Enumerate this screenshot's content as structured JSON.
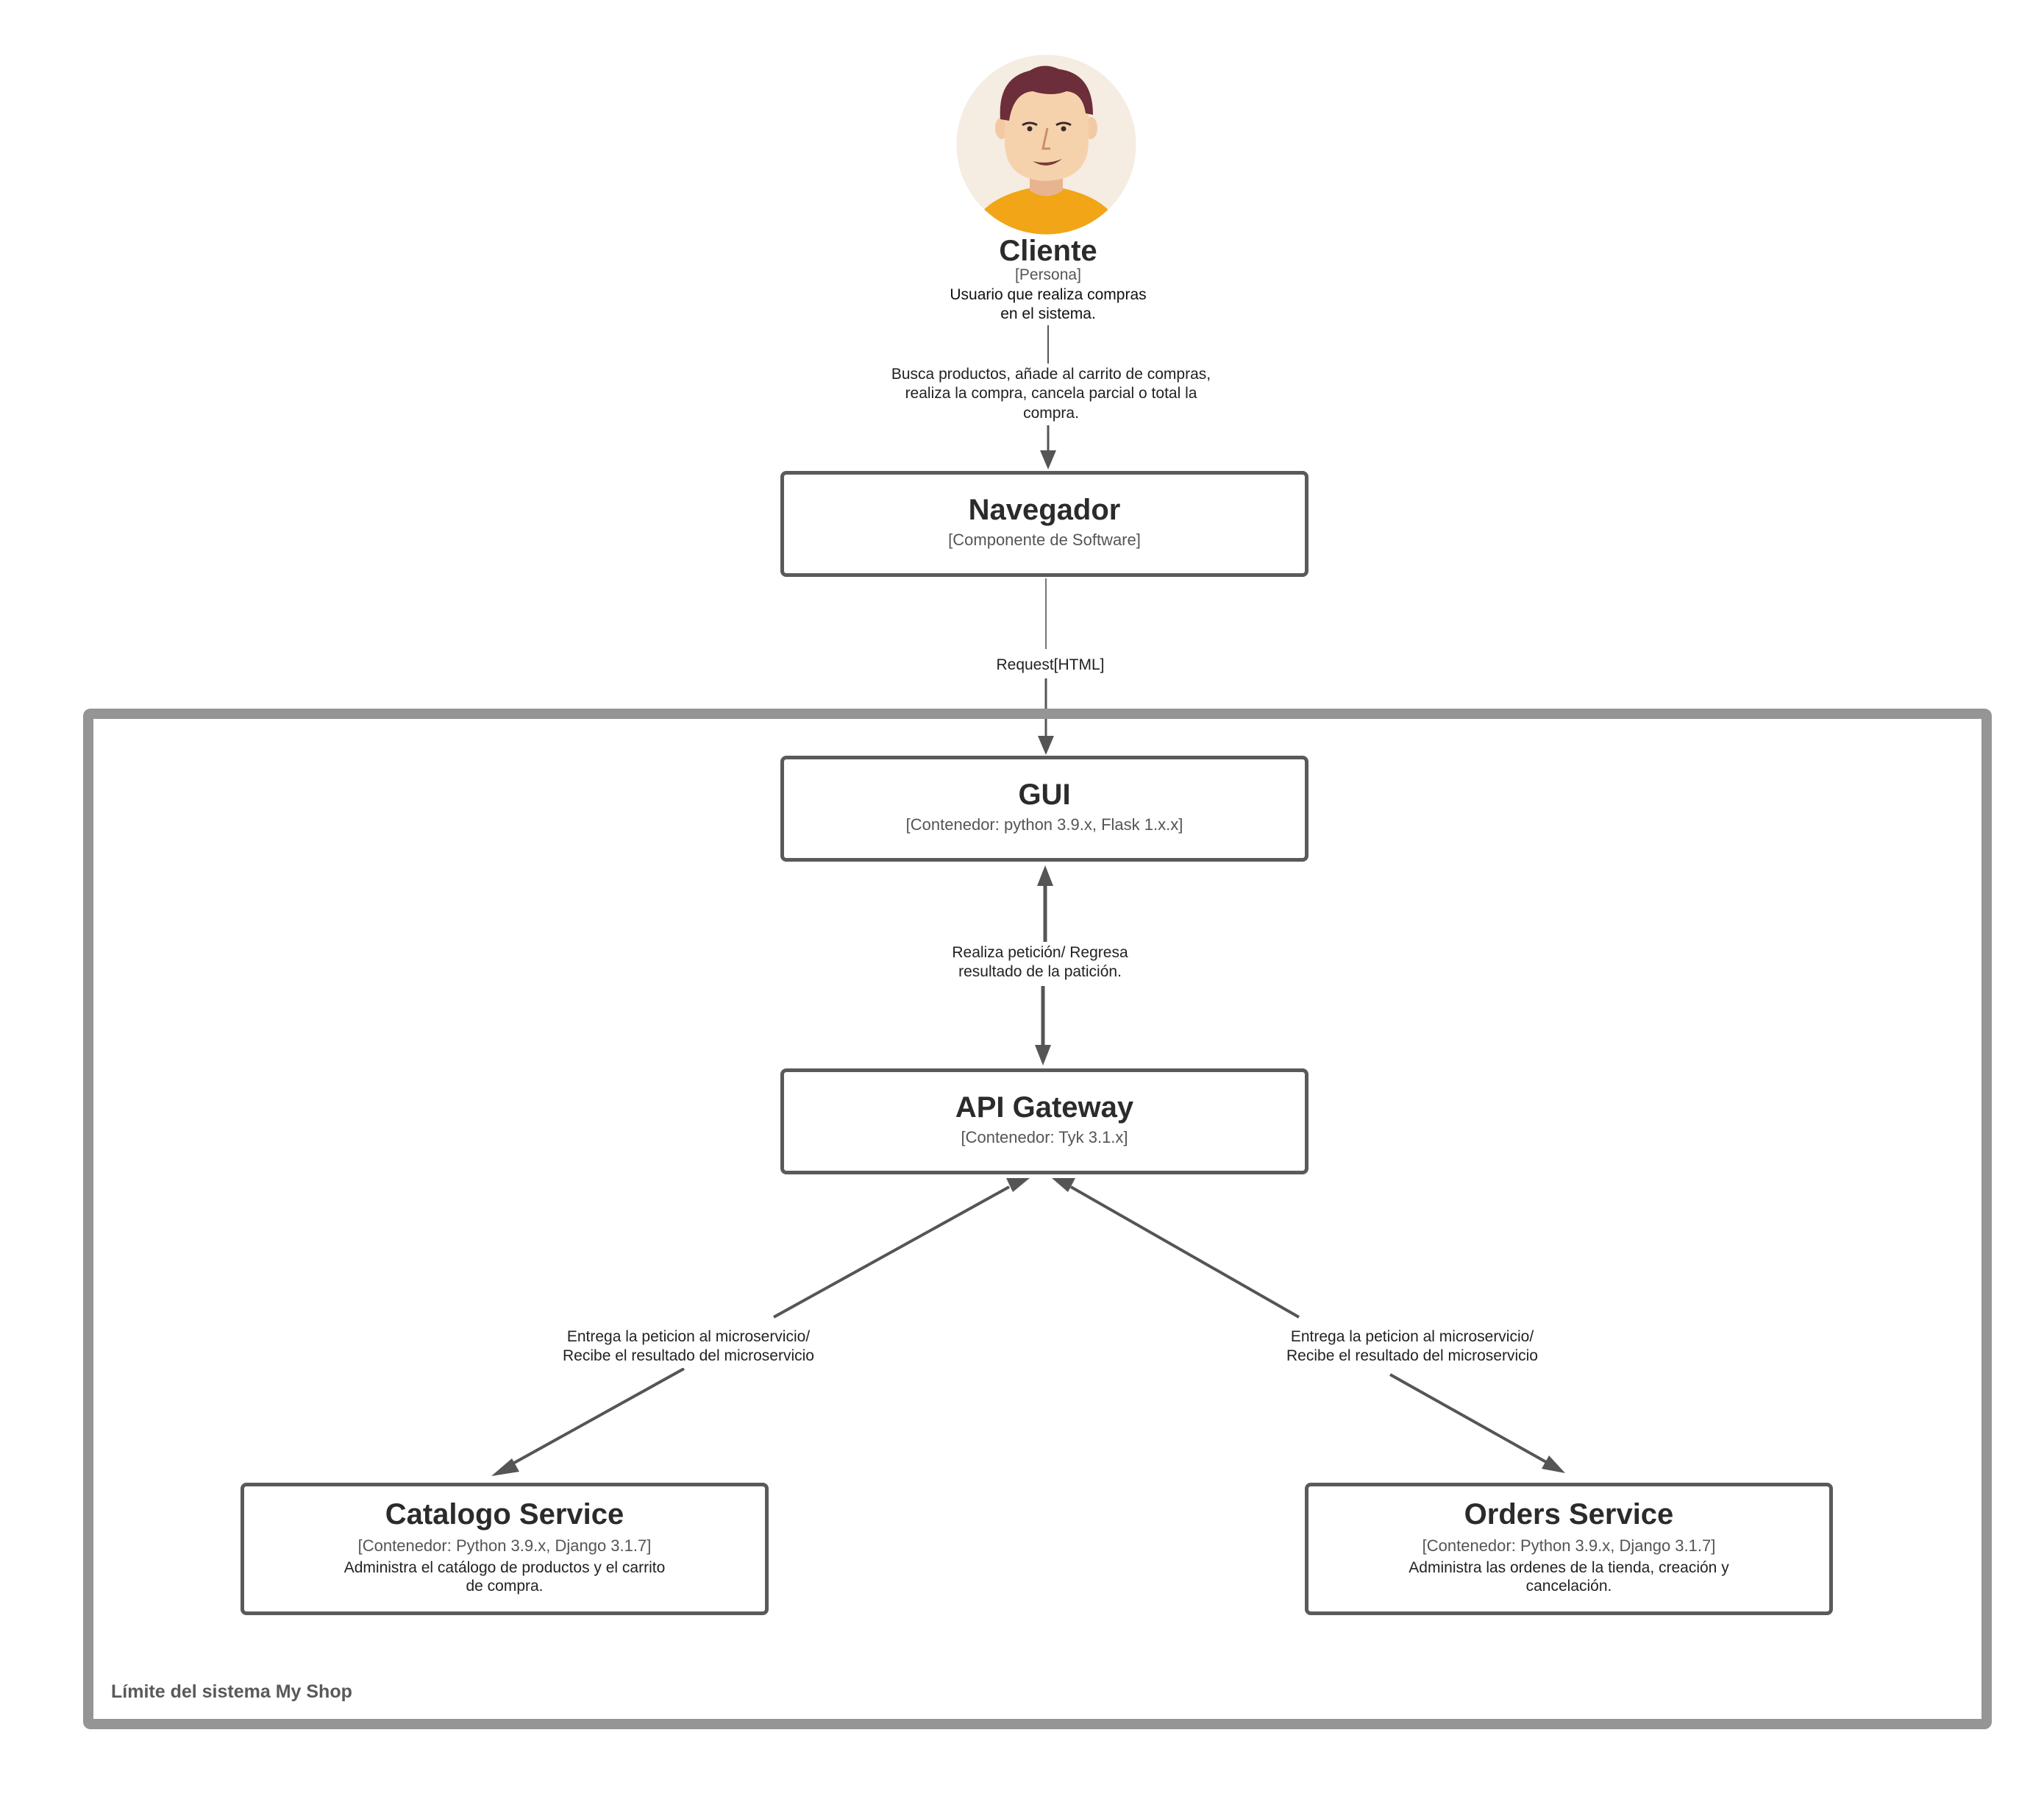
{
  "person": {
    "name": "Cliente",
    "type": "[Persona]",
    "description": "Usuario que realiza compras en el sistema."
  },
  "boundary": {
    "label": "Límite del sistema My Shop"
  },
  "nodes": {
    "navegador": {
      "title": "Navegador",
      "subtitle": "[Componente de Software]"
    },
    "gui": {
      "title": "GUI",
      "subtitle": "[Contenedor: python 3.9.x, Flask 1.x.x]"
    },
    "api_gateway": {
      "title": "API Gateway",
      "subtitle": "[Contenedor: Tyk 3.1.x]"
    },
    "catalogo": {
      "title": "Catalogo Service",
      "subtitle": "[Contenedor: Python 3.9.x, Django 3.1.7]",
      "description": "Administra el catálogo de productos y el carrito de compra."
    },
    "orders": {
      "title": "Orders Service",
      "subtitle": "[Contenedor: Python 3.9.x, Django 3.1.7]",
      "description": "Administra las ordenes de la tienda, creación y cancelación."
    }
  },
  "edges": {
    "cliente_navegador": "Busca productos, añade al carrito de compras, realiza la compra, cancela parcial o total la compra.",
    "navegador_gui": "Request[HTML]",
    "gui_api": "Realiza petición/ Regresa resultado de la patición.",
    "api_catalogo": "Entrega la peticion al microservicio/ Recibe el resultado del microservicio",
    "api_orders": "Entrega la peticion al microservicio/ Recibe el resultado del microservicio"
  },
  "colors": {
    "node_border": "#5a5a5a",
    "boundary_border": "#959595",
    "arrow": "#555555",
    "avatar_shirt": "#f2a516",
    "avatar_bg": "#f5ece2"
  }
}
